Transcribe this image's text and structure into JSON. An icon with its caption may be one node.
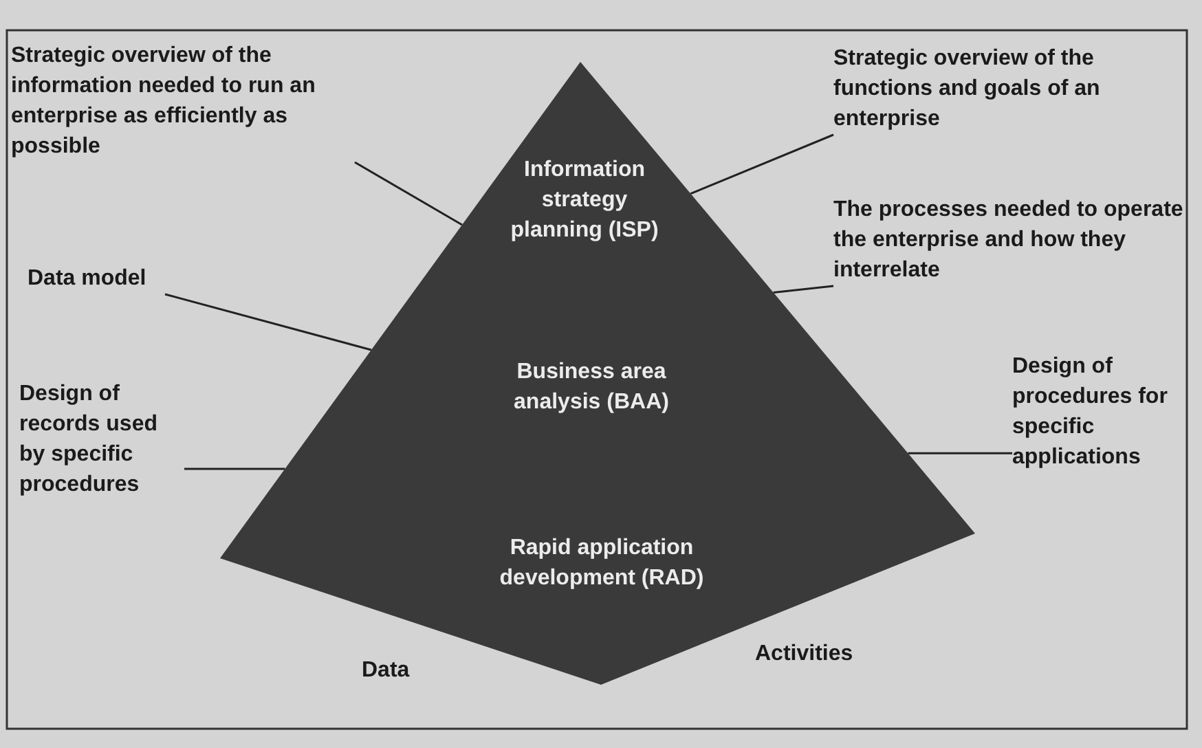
{
  "diagram": {
    "nodes": [
      {
        "text": [],
        "shape": "pyramid"
      },
      {
        "text": [
          "Information strategy planning (ISP)"
        ],
        "in": 0
      },
      {
        "text": [
          "Business area analysis (BAA)"
        ],
        "in": 0
      },
      {
        "text": [
          "Rapid application development (RAD)"
        ],
        "in": 0
      },
      {
        "text": [
          "Strategic overview of the information needed to run an enterprise as efficiently as possible"
        ]
      },
      {
        "text": [
          "Data model"
        ]
      },
      {
        "text": [
          "Design of records used by specific procedures"
        ]
      },
      {
        "text": [
          "Strategic overview of the functions and goals of an enterprise"
        ]
      },
      {
        "text": [
          "The processes needed to operate the enterprise and how they interrelate"
        ]
      },
      {
        "text": [
          "Design of procedures for specific applications"
        ]
      }
    ],
    "edges": [
      {
        "from": 4,
        "to": 0,
        "arrow": "none"
      },
      {
        "from": 5,
        "to": 0,
        "arrow": "none"
      },
      {
        "from": 6,
        "to": 0,
        "arrow": "none"
      },
      {
        "from": 7,
        "to": 0,
        "arrow": "none"
      },
      {
        "from": 8,
        "to": 0,
        "arrow": "none"
      },
      {
        "from": 9,
        "to": 0,
        "arrow": "none"
      }
    ],
    "labels": [
      "Data",
      "Activities"
    ]
  }
}
